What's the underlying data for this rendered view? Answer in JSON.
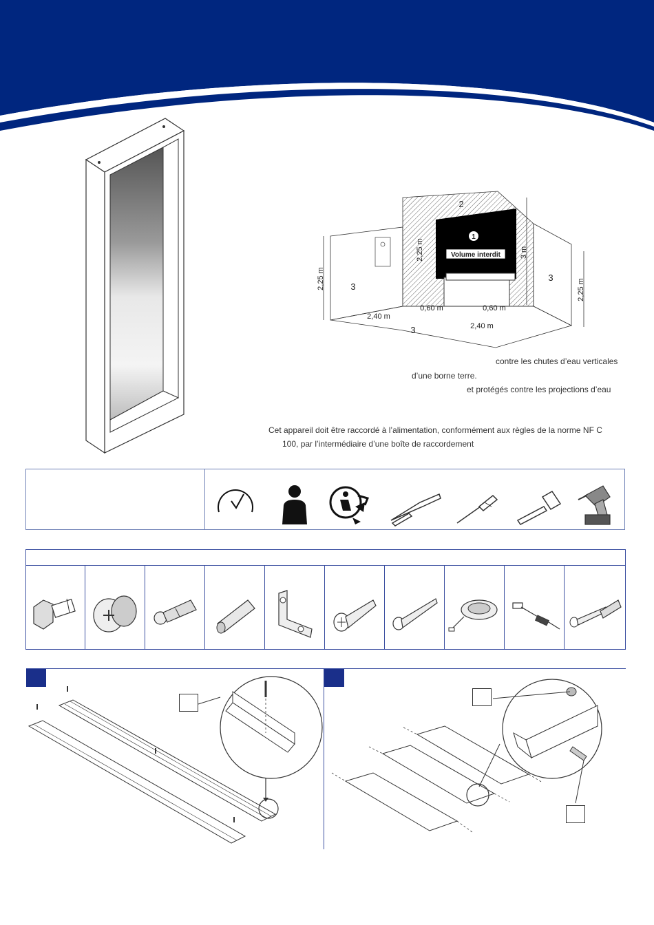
{
  "header": {
    "band_color": "#00267f",
    "accent_color": "#1a2f8a"
  },
  "zones": {
    "zone_1": "1",
    "zone_2": "2",
    "zone_3_left": "3",
    "zone_3_floor": "3",
    "zone_3_right": "3",
    "forbidden_label": "Volume interdit",
    "height_left": "2,25 m",
    "height_inner": "2,25 m",
    "height_3m": "3 m",
    "height_right": "2,25 m",
    "width_left": "2,40 m",
    "width_060_a": "0,60 m",
    "width_060_b": "0,60 m",
    "width_front": "2,40 m"
  },
  "notes": {
    "line1": "contre les chutes d’eau verticales",
    "line2": "d’une borne terre.",
    "line3": "et protégés contre les projections d’eau",
    "connection_line1": "Cet appareil doit être raccordé à l’alimentation, conformément aux règles de la norme NF C",
    "connection_line2": "100, par l’intermédiaire d’une boîte de raccordement"
  },
  "tools": [
    "clock-icon",
    "person-icon",
    "recycle-icon",
    "pliers-icon",
    "screwdriver-icon",
    "hammer-icon",
    "drill-icon"
  ],
  "parts": [
    "hex-bolt-icon",
    "cam-lock-icon",
    "cam-bolt-icon",
    "dowel-icon",
    "angle-bracket-icon",
    "wood-screw-icon",
    "long-screw-icon",
    "spotlight-icon",
    "cable-icon",
    "screw-plug-icon"
  ]
}
